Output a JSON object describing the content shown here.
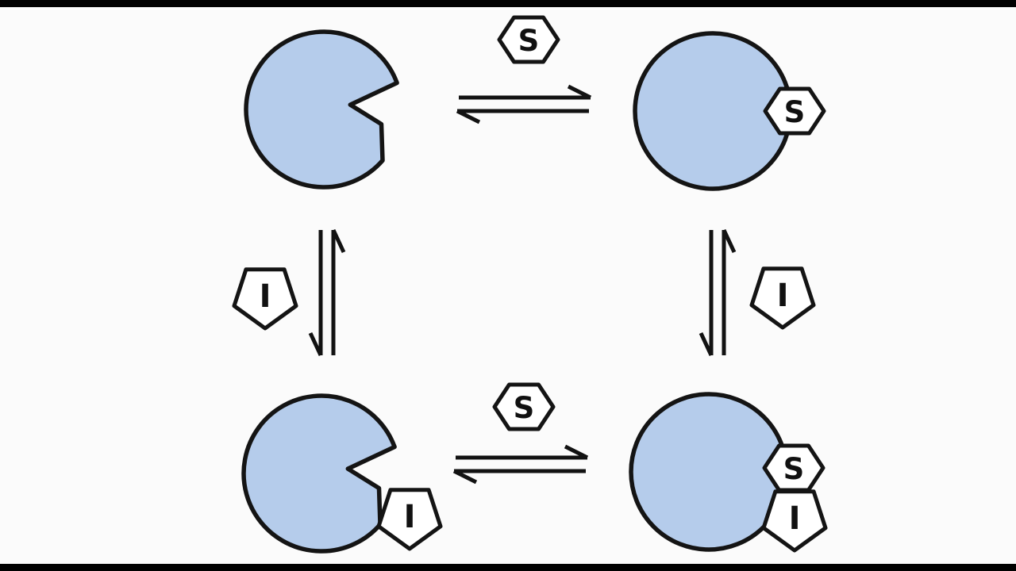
{
  "diagram": {
    "labels": {
      "substrate": "S",
      "inhibitor": "I"
    },
    "colors": {
      "enzyme_fill": "#b5cceb",
      "ligand_fill": "#ffffff",
      "outline": "#141414",
      "background": "#fbfbfb",
      "letterbox": "#000000"
    },
    "nodes": [
      {
        "id": "enzyme-free",
        "position": "top-left",
        "bound_ligands": []
      },
      {
        "id": "enzyme-substrate-complex",
        "position": "top-right",
        "bound_ligands": [
          "S"
        ]
      },
      {
        "id": "enzyme-inhibitor-complex",
        "position": "bottom-left",
        "bound_ligands": [
          "I"
        ]
      },
      {
        "id": "enzyme-substrate-inhibitor-complex",
        "position": "bottom-right",
        "bound_ligands": [
          "S",
          "I"
        ]
      }
    ],
    "reactions": [
      {
        "between": [
          "enzyme-free",
          "enzyme-substrate-complex"
        ],
        "ligand": "S",
        "arrow": "equilibrium"
      },
      {
        "between": [
          "enzyme-free",
          "enzyme-inhibitor-complex"
        ],
        "ligand": "I",
        "arrow": "equilibrium"
      },
      {
        "between": [
          "enzyme-substrate-complex",
          "enzyme-substrate-inhibitor-complex"
        ],
        "ligand": "I",
        "arrow": "equilibrium"
      },
      {
        "between": [
          "enzyme-inhibitor-complex",
          "enzyme-substrate-inhibitor-complex"
        ],
        "ligand": "S",
        "arrow": "equilibrium"
      }
    ]
  }
}
